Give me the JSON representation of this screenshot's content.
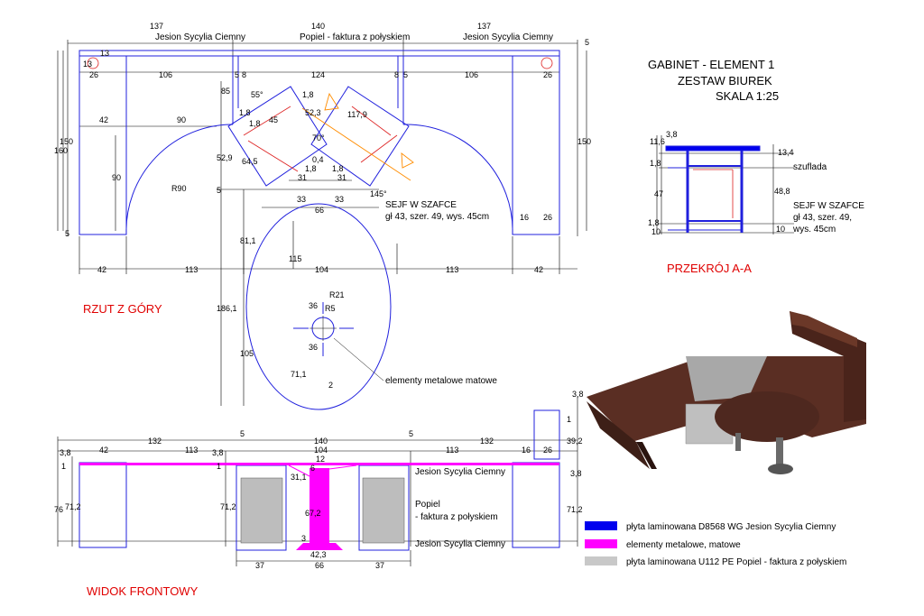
{
  "title": {
    "line1": "GABINET - ELEMENT 1",
    "line2": "ZESTAW BIUREK",
    "line3": "SKALA 1:25"
  },
  "views": {
    "top": "RZUT Z GÓRY",
    "front": "WIDOK FRONTOWY",
    "section": "PRZEKRÓJ A-A"
  },
  "materials": {
    "jesion": "Jesion Sycylia Ciemny",
    "popiel_top": "Popiel - faktura z połyskiem",
    "popiel_front_1": "Popiel",
    "popiel_front_2": "- faktura z połyskiem",
    "metal": "elementy metalowe matowe"
  },
  "safe": {
    "line1": "SEJF W SZAFCE",
    "line2": "gł 43, szer. 49, wys. 45cm",
    "sec_line1": "SEJF W SZAFCE",
    "sec_line2": "gł 43, szer. 49,",
    "sec_line3": "wys. 45cm",
    "drawer": "szuflada"
  },
  "legend": [
    {
      "color": "#0000ee",
      "label": "płyta laminowana D8568 WG Jesion Sycylia Ciemny"
    },
    {
      "color": "#ff00ff",
      "label": "elementy metalowe, matowe"
    },
    {
      "color": "#c8c8c8",
      "label": "płyta laminowana U112 PE Popiel - faktura z połyskiem"
    }
  ],
  "dims_top": {
    "w137a": "137",
    "w140": "140",
    "w137b": "137",
    "d5": "5",
    "d13a": "13",
    "d13b": "13",
    "d26a": "26",
    "d106a": "106",
    "d5a": "5",
    "d8a": "8",
    "d124": "124",
    "d8b": "8",
    "d5b": "5",
    "d106b": "106",
    "d26b": "26",
    "d85": "85",
    "d55": "55°",
    "d1_8a": "1,8",
    "d1_8b": "1,8",
    "d1_8c": "1,8",
    "d45": "45",
    "d52_3": "52,3",
    "d70": "70°",
    "d117_9": "117,9",
    "d42a": "42",
    "d90a": "90",
    "d160": "160",
    "d150a": "150",
    "d150b": "150",
    "d90b": "90",
    "r90": "R90",
    "d52_9": "52,9",
    "d64_5": "64,5",
    "d0_4": "0,4",
    "d1_8d": "1,8",
    "d1_8e": "1,8",
    "d31a": "31",
    "d31b": "31",
    "d145": "145°",
    "d33a": "33",
    "d33b": "33",
    "d66": "66",
    "d5c": "5",
    "d5d": "5",
    "d16": "16",
    "d26c": "26",
    "d42b": "42",
    "d113a": "113",
    "d104": "104",
    "d113b": "113",
    "d42c": "42",
    "d81_1": "81,1",
    "d115": "115",
    "d186_1": "186,1",
    "d105": "105",
    "d71_1": "71,1",
    "r21": "R21",
    "r5": "R5",
    "d36a": "36",
    "d36b": "36",
    "d2": "2"
  },
  "dims_front": {
    "d5a": "5",
    "d5b": "5",
    "d132a": "132",
    "d140": "140",
    "d132b": "132",
    "d3_8a": "3,8",
    "d42": "42",
    "d113a": "113",
    "d3_8b": "3,8",
    "d104": "104",
    "d113b": "113",
    "d16": "16",
    "d26": "26",
    "d39_2": "39,2",
    "d3_8c": "3,8",
    "d1a": "1",
    "d1b": "1",
    "d12": "12",
    "d6": "6",
    "d31_1": "31,1",
    "d76": "76",
    "d71_2a": "71,2",
    "d71_2b": "71,2",
    "d67_2": "67,2",
    "d71_2c": "71,2",
    "d3": "3",
    "d42_3": "42,3",
    "d37a": "37",
    "d66": "66",
    "d37b": "37",
    "d3_8d": "3,8",
    "d1c": "1"
  },
  "dims_section": {
    "d3_8": "3,8",
    "d11_6": "11,6",
    "d13_4": "13,4",
    "d1_8a": "1,8",
    "d47": "47",
    "d48_8": "48,8",
    "d1_8b": "1,8",
    "d10a": "10",
    "d10b": "10"
  }
}
